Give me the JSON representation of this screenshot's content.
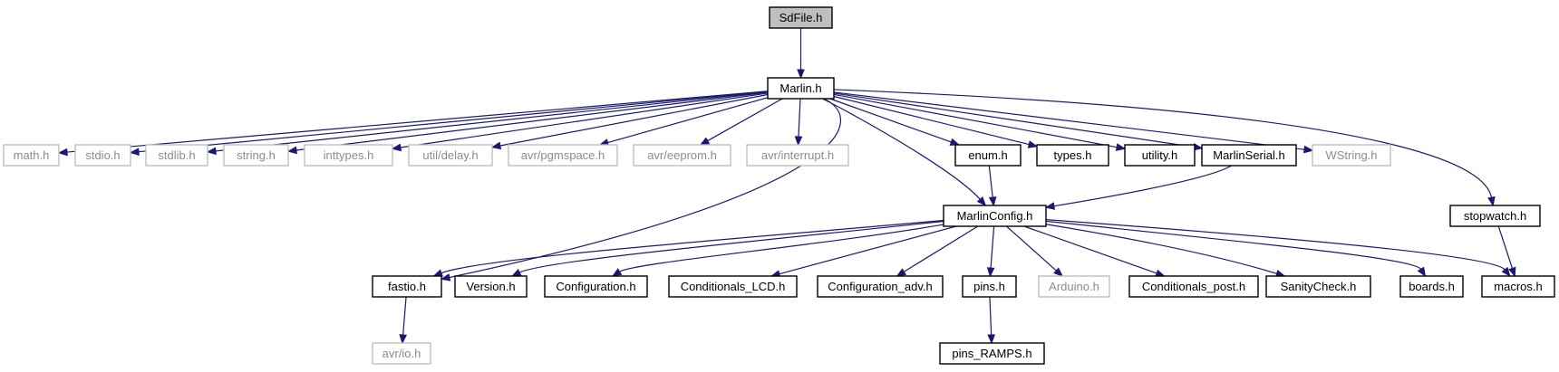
{
  "colors": {
    "edge": "#191970",
    "focus_fill": "#bfbfbf",
    "node_border": "#000000",
    "external_border": "#bfbfbf",
    "external_text": "#8c8c8c",
    "text": "#000000"
  },
  "nodes": [
    {
      "id": "sdfile",
      "label": "SdFile.h",
      "kind": "focus"
    },
    {
      "id": "marlin",
      "label": "Marlin.h",
      "kind": "local"
    },
    {
      "id": "math",
      "label": "math.h",
      "kind": "external"
    },
    {
      "id": "stdio",
      "label": "stdio.h",
      "kind": "external"
    },
    {
      "id": "stdlib",
      "label": "stdlib.h",
      "kind": "external"
    },
    {
      "id": "string",
      "label": "string.h",
      "kind": "external"
    },
    {
      "id": "inttypes",
      "label": "inttypes.h",
      "kind": "external"
    },
    {
      "id": "delay",
      "label": "util/delay.h",
      "kind": "external"
    },
    {
      "id": "pgmspace",
      "label": "avr/pgmspace.h",
      "kind": "external"
    },
    {
      "id": "eeprom",
      "label": "avr/eeprom.h",
      "kind": "external"
    },
    {
      "id": "interrupt",
      "label": "avr/interrupt.h",
      "kind": "external"
    },
    {
      "id": "enum",
      "label": "enum.h",
      "kind": "local"
    },
    {
      "id": "types",
      "label": "types.h",
      "kind": "local"
    },
    {
      "id": "utility",
      "label": "utility.h",
      "kind": "local"
    },
    {
      "id": "marlinserial",
      "label": "MarlinSerial.h",
      "kind": "local"
    },
    {
      "id": "wstring",
      "label": "WString.h",
      "kind": "external"
    },
    {
      "id": "stopwatch",
      "label": "stopwatch.h",
      "kind": "local"
    },
    {
      "id": "marlinconfig",
      "label": "MarlinConfig.h",
      "kind": "local"
    },
    {
      "id": "fastio",
      "label": "fastio.h",
      "kind": "local"
    },
    {
      "id": "version",
      "label": "Version.h",
      "kind": "local"
    },
    {
      "id": "configuration",
      "label": "Configuration.h",
      "kind": "local"
    },
    {
      "id": "cond_lcd",
      "label": "Conditionals_LCD.h",
      "kind": "local"
    },
    {
      "id": "config_adv",
      "label": "Configuration_adv.h",
      "kind": "local"
    },
    {
      "id": "pins",
      "label": "pins.h",
      "kind": "local"
    },
    {
      "id": "arduino",
      "label": "Arduino.h",
      "kind": "external"
    },
    {
      "id": "cond_post",
      "label": "Conditionals_post.h",
      "kind": "local"
    },
    {
      "id": "sanity",
      "label": "SanityCheck.h",
      "kind": "local"
    },
    {
      "id": "boards",
      "label": "boards.h",
      "kind": "local"
    },
    {
      "id": "macros",
      "label": "macros.h",
      "kind": "local"
    },
    {
      "id": "avrio",
      "label": "avr/io.h",
      "kind": "external"
    },
    {
      "id": "pins_ramps",
      "label": "pins_RAMPS.h",
      "kind": "local"
    }
  ],
  "edges": [
    [
      "sdfile",
      "marlin"
    ],
    [
      "marlin",
      "math"
    ],
    [
      "marlin",
      "stdio"
    ],
    [
      "marlin",
      "stdlib"
    ],
    [
      "marlin",
      "string"
    ],
    [
      "marlin",
      "inttypes"
    ],
    [
      "marlin",
      "delay"
    ],
    [
      "marlin",
      "pgmspace"
    ],
    [
      "marlin",
      "eeprom"
    ],
    [
      "marlin",
      "interrupt"
    ],
    [
      "marlin",
      "enum"
    ],
    [
      "marlin",
      "types"
    ],
    [
      "marlin",
      "utility"
    ],
    [
      "marlin",
      "marlinserial"
    ],
    [
      "marlin",
      "wstring"
    ],
    [
      "marlin",
      "stopwatch"
    ],
    [
      "marlin",
      "fastio"
    ],
    [
      "marlin",
      "marlinconfig"
    ],
    [
      "enum",
      "marlinconfig"
    ],
    [
      "marlinserial",
      "marlinconfig"
    ],
    [
      "stopwatch",
      "macros"
    ],
    [
      "marlinconfig",
      "fastio"
    ],
    [
      "marlinconfig",
      "version"
    ],
    [
      "marlinconfig",
      "configuration"
    ],
    [
      "marlinconfig",
      "cond_lcd"
    ],
    [
      "marlinconfig",
      "config_adv"
    ],
    [
      "marlinconfig",
      "pins"
    ],
    [
      "marlinconfig",
      "arduino"
    ],
    [
      "marlinconfig",
      "cond_post"
    ],
    [
      "marlinconfig",
      "sanity"
    ],
    [
      "marlinconfig",
      "boards"
    ],
    [
      "marlinconfig",
      "macros"
    ],
    [
      "fastio",
      "avrio"
    ],
    [
      "pins",
      "pins_ramps"
    ]
  ]
}
